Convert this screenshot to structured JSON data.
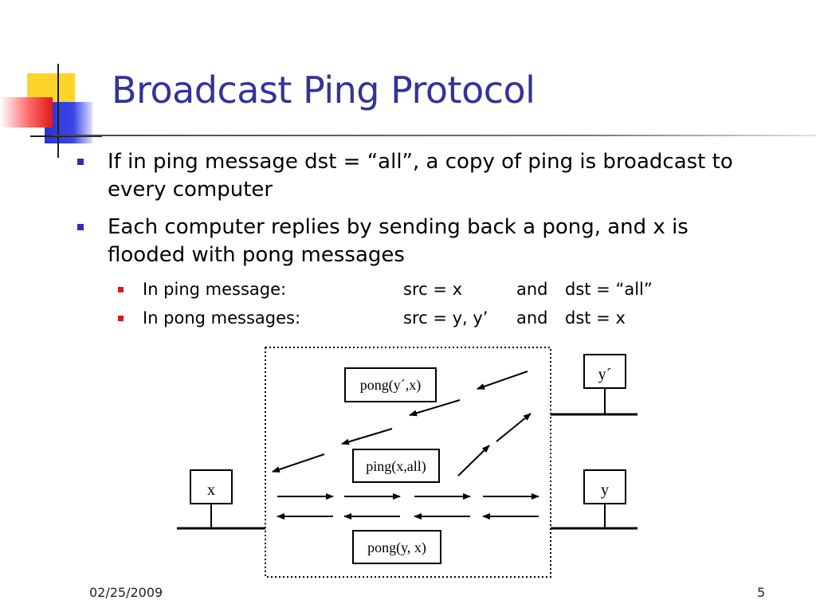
{
  "slide": {
    "title": "Broadcast Ping Protocol",
    "bullets": [
      "If in ping message dst = “all”, a copy of ping is broadcast to every computer",
      "Each computer replies by sending back a pong, and x is flooded with pong messages"
    ],
    "sub_bullets": [
      {
        "label": "In ping message:",
        "src": "src = x",
        "and": "and",
        "dst": "dst = “all”"
      },
      {
        "label": "In pong messages:",
        "src": "src = y, y’",
        "and": "and",
        "dst": "dst = x"
      }
    ]
  },
  "diagram": {
    "nodes": {
      "x": "x",
      "y": "y",
      "y_prime": "y´"
    },
    "messages": {
      "pong_y_prime": "pong(y´,x)",
      "ping_all": "ping(x,all)",
      "pong_y": "pong(y, x)"
    }
  },
  "footer": {
    "date": "02/25/2009",
    "page": "5"
  },
  "colors": {
    "title": "#333399",
    "bullet_level1": "#2e2ebd",
    "bullet_level2": "#d11f1f",
    "logo_yellow": "#ffd42a",
    "logo_blue": "#2b32d6",
    "logo_red": "#e21818"
  }
}
